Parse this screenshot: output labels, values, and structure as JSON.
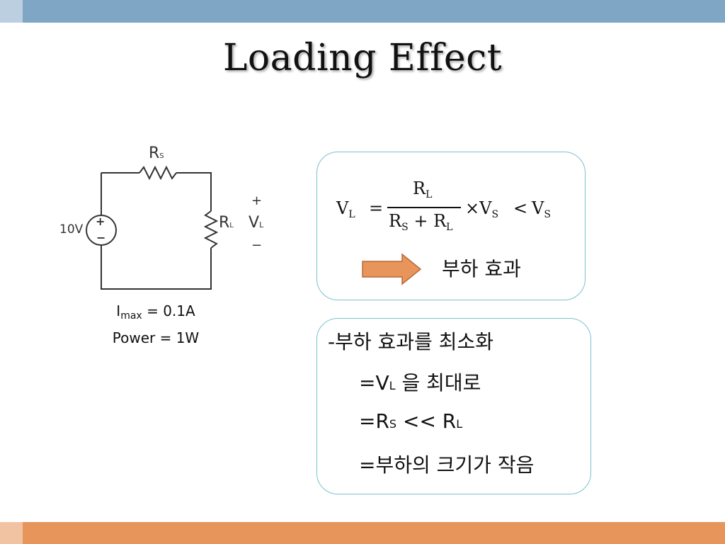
{
  "slide": {
    "title": "Loading Effect",
    "accent_colors": {
      "top_bar": "#7fa7c5",
      "bottom_bar": "#e7955b",
      "box_border": "#7cc1d0",
      "arrow": "#e7955b"
    }
  },
  "circuit": {
    "source_label": "10V",
    "source_plus": "+",
    "source_minus": "−",
    "rs_main": "R",
    "rs_sub": "S",
    "rl_main": "R",
    "rl_sub": "L",
    "vl_plus": "+",
    "vl_main": "V",
    "vl_sub": "L",
    "vl_minus": "−"
  },
  "specs": {
    "imax_main": "I",
    "imax_sub": "max",
    "imax_value": " = 0.1A",
    "power": "Power = 1W"
  },
  "formula": {
    "lhs_v": "V",
    "lhs_sub": "L",
    "equals": "=",
    "num_r": "R",
    "num_sub": "L",
    "den_r1": "R",
    "den_sub1": "S",
    "den_plus": "+",
    "den_r2": "R",
    "den_sub2": "L",
    "times": "×",
    "vs1": "V",
    "vs1_sub": "S",
    "less": "<",
    "vs2": "V",
    "vs2_sub": "S"
  },
  "effect_label": "부하 효과",
  "bullets": {
    "b1": "-부하 효과를 최소화",
    "b2_prefix": "=V",
    "b2_sub": "L",
    "b2_rest": " 을 최대로",
    "b3_prefix": "=R",
    "b3_sub1": "S",
    "b3_mid": " << R",
    "b3_sub2": "L",
    "b4": "=부하의 크기가 작음"
  }
}
